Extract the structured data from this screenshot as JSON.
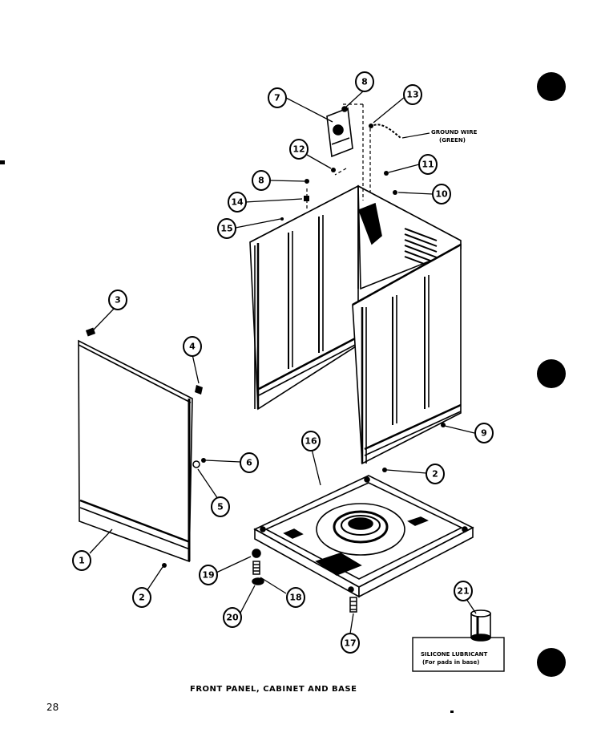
{
  "caption": "FRONT PANEL, CABINET AND BASE",
  "page_number": "28",
  "ground_wire_label": [
    "GROUND WIRE",
    "(GREEN)"
  ],
  "lubricant_label": [
    "SILICONE LUBRICANT",
    "(For pads in base)"
  ],
  "callouts": [
    "1",
    "2",
    "2",
    "3",
    "4",
    "5",
    "6",
    "7",
    "8",
    "8",
    "9",
    "10",
    "11",
    "12",
    "13",
    "14",
    "15",
    "16",
    "17",
    "18",
    "19",
    "20",
    "21"
  ]
}
